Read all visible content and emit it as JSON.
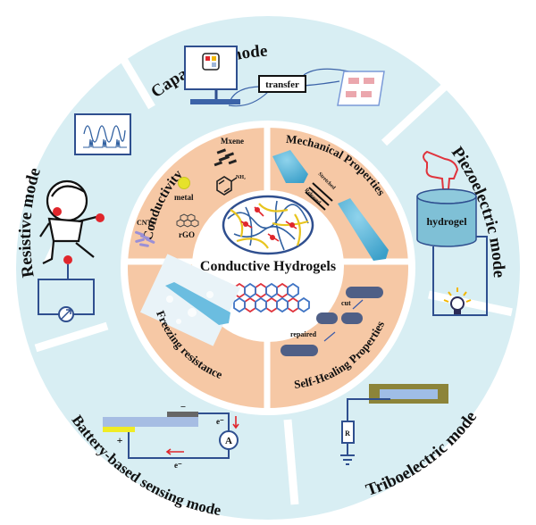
{
  "title": "Conductive Hydrogels",
  "colors": {
    "outer_ring": "#d8eef3",
    "inner_ring": "#f6c8a5",
    "center": "#ffffff",
    "circuit_blue": "#2f4f8f",
    "accent_red": "#e0262c",
    "hydrogel_blue": "#5fb7d8",
    "capsule": "#4f5f86"
  },
  "outer_modes": {
    "capacitive": {
      "label": "Capacitive mode",
      "transfer_label": "transfer"
    },
    "piezoelectric": {
      "label": "Piezoelectric mode",
      "hydrogel_label": "hydrogel"
    },
    "triboelectric": {
      "label": "Triboelectric mode",
      "resistor_label": "R"
    },
    "battery": {
      "label": "Battery-based sensing mode",
      "minus": "−",
      "plus": "+",
      "electron_top": "e⁻",
      "electron_bottom": "e⁻",
      "ammeter": "A"
    },
    "resistive": {
      "label": "Resistive mode"
    }
  },
  "inner_properties": {
    "conductivity": {
      "label": "Conductivity",
      "items": [
        "Mxene",
        "metal",
        "CNTs",
        "rGO"
      ],
      "nh2": "NH₂"
    },
    "mechanical": {
      "label": "Mechanical Properties",
      "stretched": "Stretched",
      "released": "Released"
    },
    "freezing": {
      "label": "Freezing resistance"
    },
    "self_healing": {
      "label": "Self-Healing Properties",
      "cut": "cut",
      "repaired": "repaired"
    }
  }
}
